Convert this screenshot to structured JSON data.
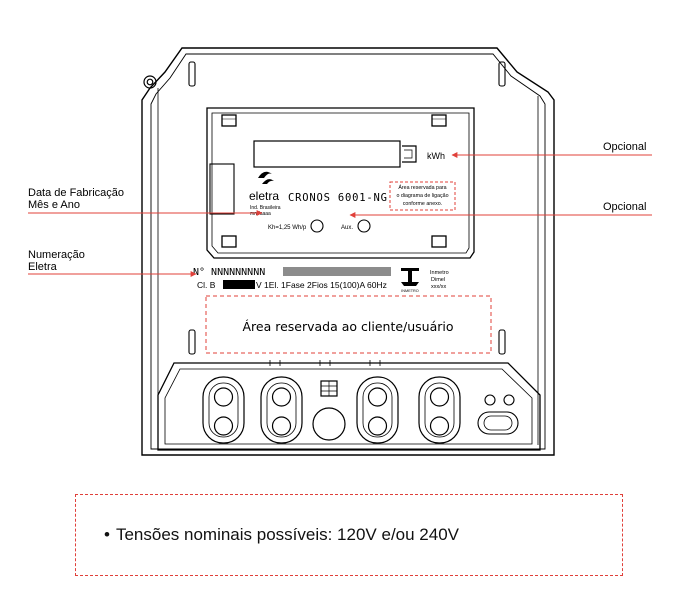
{
  "callouts": {
    "opcional_top": "Opcional",
    "opcional_mid": "Opcional",
    "fabricacao_line1": "Data de Fabricação",
    "fabricacao_line2": "Mês e Ano",
    "numeracao_line1": "Numeração",
    "numeracao_line2": "Eletra"
  },
  "meter": {
    "unit": "kWh",
    "brand": "eletra",
    "origin_line1": "Ind. Brasileira",
    "origin_line2": "mm/aaaa",
    "model": "CRONOS 6001-NG",
    "reserved_line1": "Área reservada para",
    "reserved_line2": "o diagrama de ligação",
    "reserved_line3": "conforme anexo.",
    "kh": "Kh=1,25 Wh/p",
    "aux": "Aux.",
    "serial": "N° NNNNNNNNN",
    "spec_prefix": "Cl. B",
    "spec_suffix": "V 1El. 1Fase 2Fios 15(100)A 60Hz",
    "inmetro": "INMETRO",
    "inmetro_line1": "Inmetro",
    "inmetro_line2": "Dimel",
    "inmetro_line3": "xxx/xx",
    "client_area": "Área reservada ao cliente/usuário"
  },
  "notice": {
    "bullet": "•",
    "text": "Tensões nominais possíveis: 120V e/ou 240V"
  },
  "colors": {
    "callout_line": "#e0403a",
    "dashed_border": "#e0403a",
    "outline": "#000000"
  }
}
